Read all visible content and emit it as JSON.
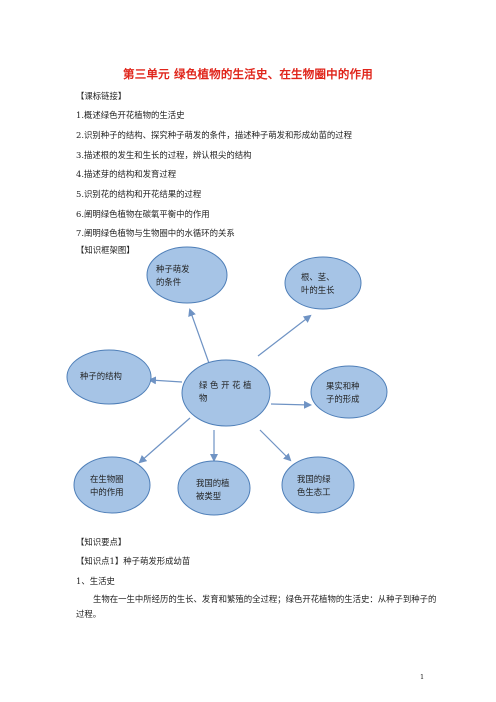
{
  "title": "第三单元  绿色植物的生活史、在生物圈中的作用",
  "sections": {
    "standards_header": "【课标链接】",
    "standards": [
      "1.概述绿色开花植物的生活史",
      "2.识别种子的结构、探究种子萌发的条件，描述种子萌发和形成幼苗的过程",
      "3.描述根的发生和生长的过程，辨认根尖的结构",
      "4.描述芽的结构和发育过程",
      "5.识别花的结构和开花结果的过程",
      "6.阐明绿色植物在碳氧平衡中的作用",
      "7.阐明绿色植物与生物圈中的水循环的关系"
    ],
    "framework_header": "【知识框架图】",
    "key_points_header": "【知识要点】",
    "knowledge_point_1": "【知识点1】种子萌发形成幼苗",
    "sub_heading_1": "1、生活史",
    "paragraph_1": "生物在一生中所经历的生长、发育和繁殖的全过程；绿色开花植物的生活史：从种子到种子的过程。"
  },
  "diagram": {
    "center": [
      "绿 色 开 花 植",
      "物"
    ],
    "nodes": {
      "germination": [
        "种子萌发",
        "的条件"
      ],
      "growth": [
        "根、茎、",
        "叶的生长"
      ],
      "structure": [
        "种子的结构"
      ],
      "fruit": [
        "果实和种",
        "子的形成"
      ],
      "role": [
        "在生物圈",
        "中的作用"
      ],
      "vegetation": [
        "我国的植",
        "被类型"
      ],
      "green": [
        "我国的绿",
        "色生态工"
      ]
    },
    "colors": {
      "fill": "#a6c4e6",
      "stroke": "#4f7fb8",
      "arrow": "#6f93c4"
    }
  },
  "page_number": "1"
}
